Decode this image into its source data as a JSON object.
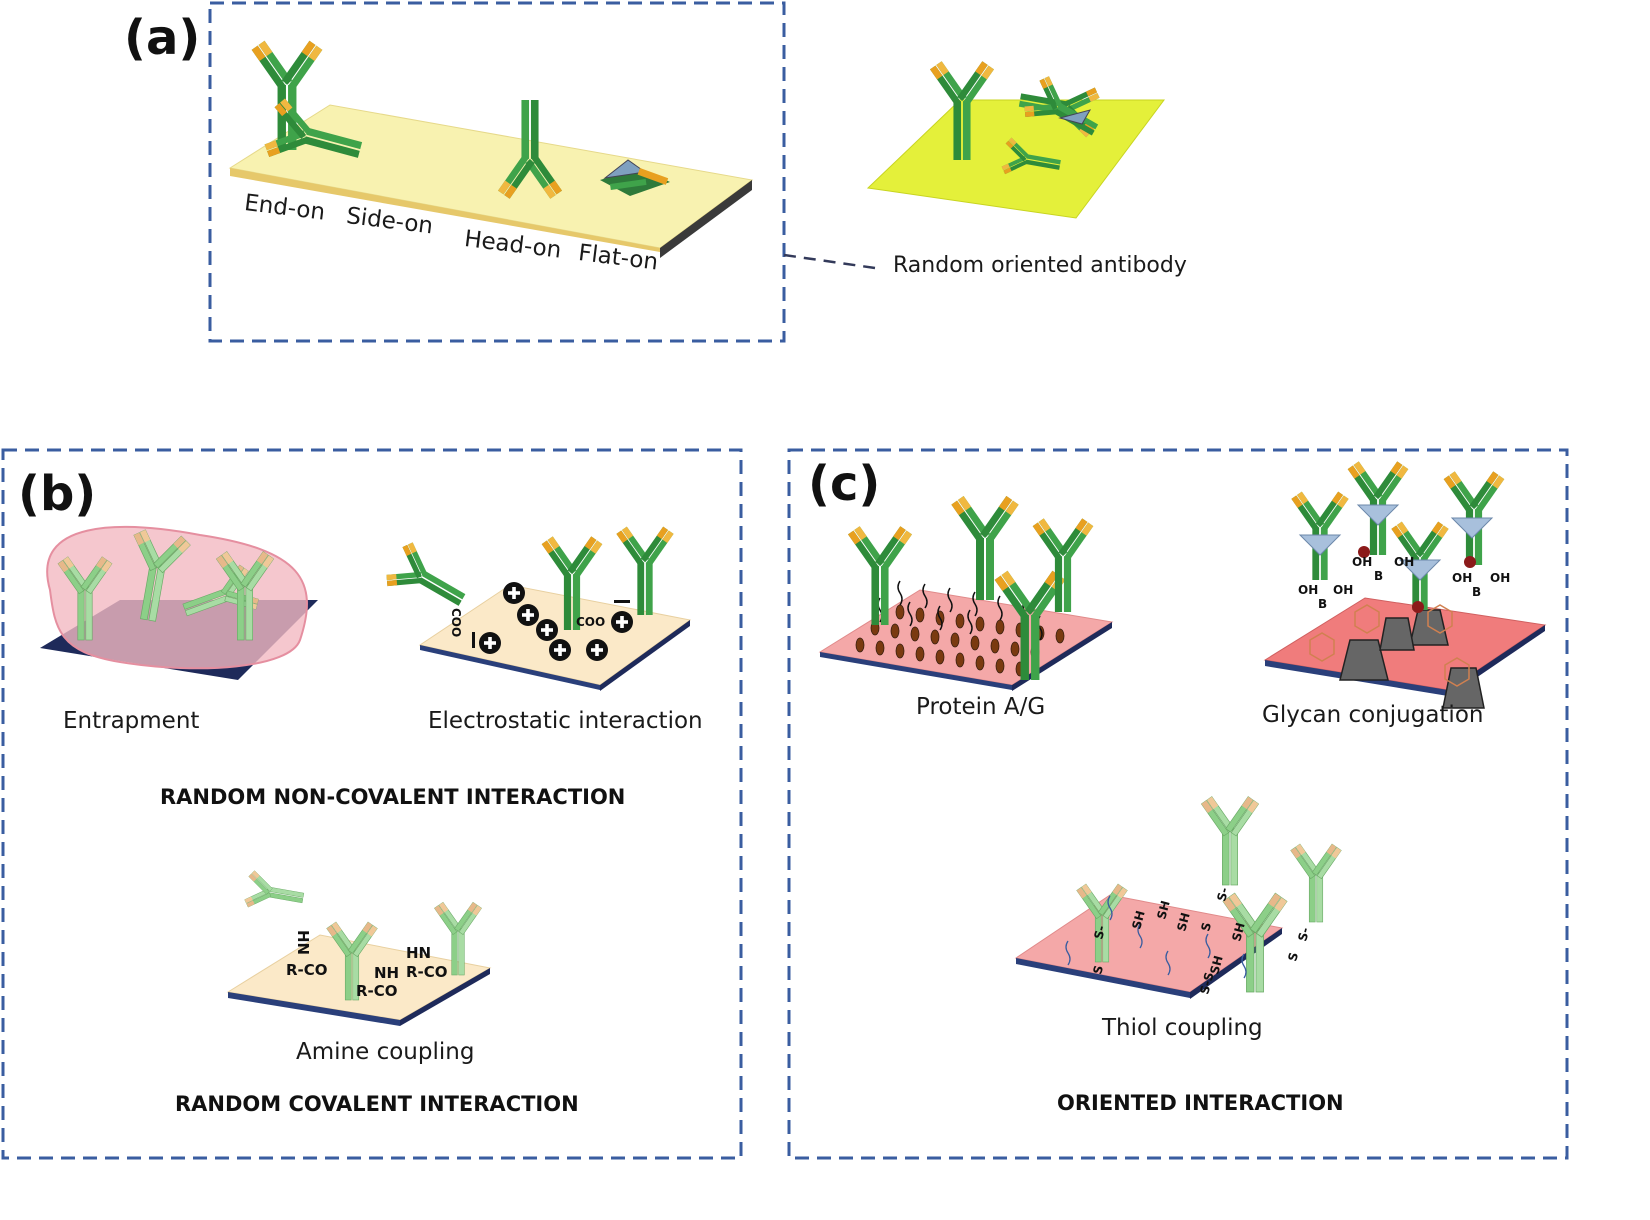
{
  "panel_a": {
    "tag": "(a)",
    "orientations": [
      "End-on",
      "Side-on",
      "Head-on",
      "Flat-on"
    ],
    "random_label": "Random oriented antibody"
  },
  "panel_b": {
    "tag": "(b)",
    "entrapment": "Entrapment",
    "electrostatic": "Electrostatic interaction",
    "heading_noncovalent": "RANDOM NON-COVALENT INTERACTION",
    "amine": "Amine coupling",
    "heading_covalent": "RANDOM COVALENT INTERACTION",
    "charge_labels": {
      "coo_left": "COO",
      "coo_right": "COO"
    },
    "amine_labels": {
      "hn_rotated": "HN",
      "rco_left": "R-CO",
      "nh": "NH",
      "rco_mid": "R-CO",
      "hn_right": "HN",
      "rco_right": "R-CO"
    }
  },
  "panel_c": {
    "tag": "(c)",
    "protein": "Protein A/G",
    "glycan": "Glycan conjugation",
    "thiol": "Thiol coupling",
    "heading_oriented": "ORIENTED INTERACTION",
    "thiol_labels": {
      "sh": "SH",
      "s": "S",
      "s_minus": "S-",
      "ss": "S-S"
    },
    "boronic_labels": {
      "oh": "OH",
      "b": "B"
    }
  },
  "colors": {
    "antibody_green": "#2e8b3a",
    "antibody_light": "#9fd49a",
    "tip_orange": "#e8a020",
    "frame_blue": "#3a5da0",
    "surface_yellow": "#f8f2b0",
    "surface_lime": "#e4f03a",
    "surface_peach": "#fbe9c8",
    "surface_pink": "#f4a8a8",
    "surface_pink_strong": "#f07c7c"
  }
}
